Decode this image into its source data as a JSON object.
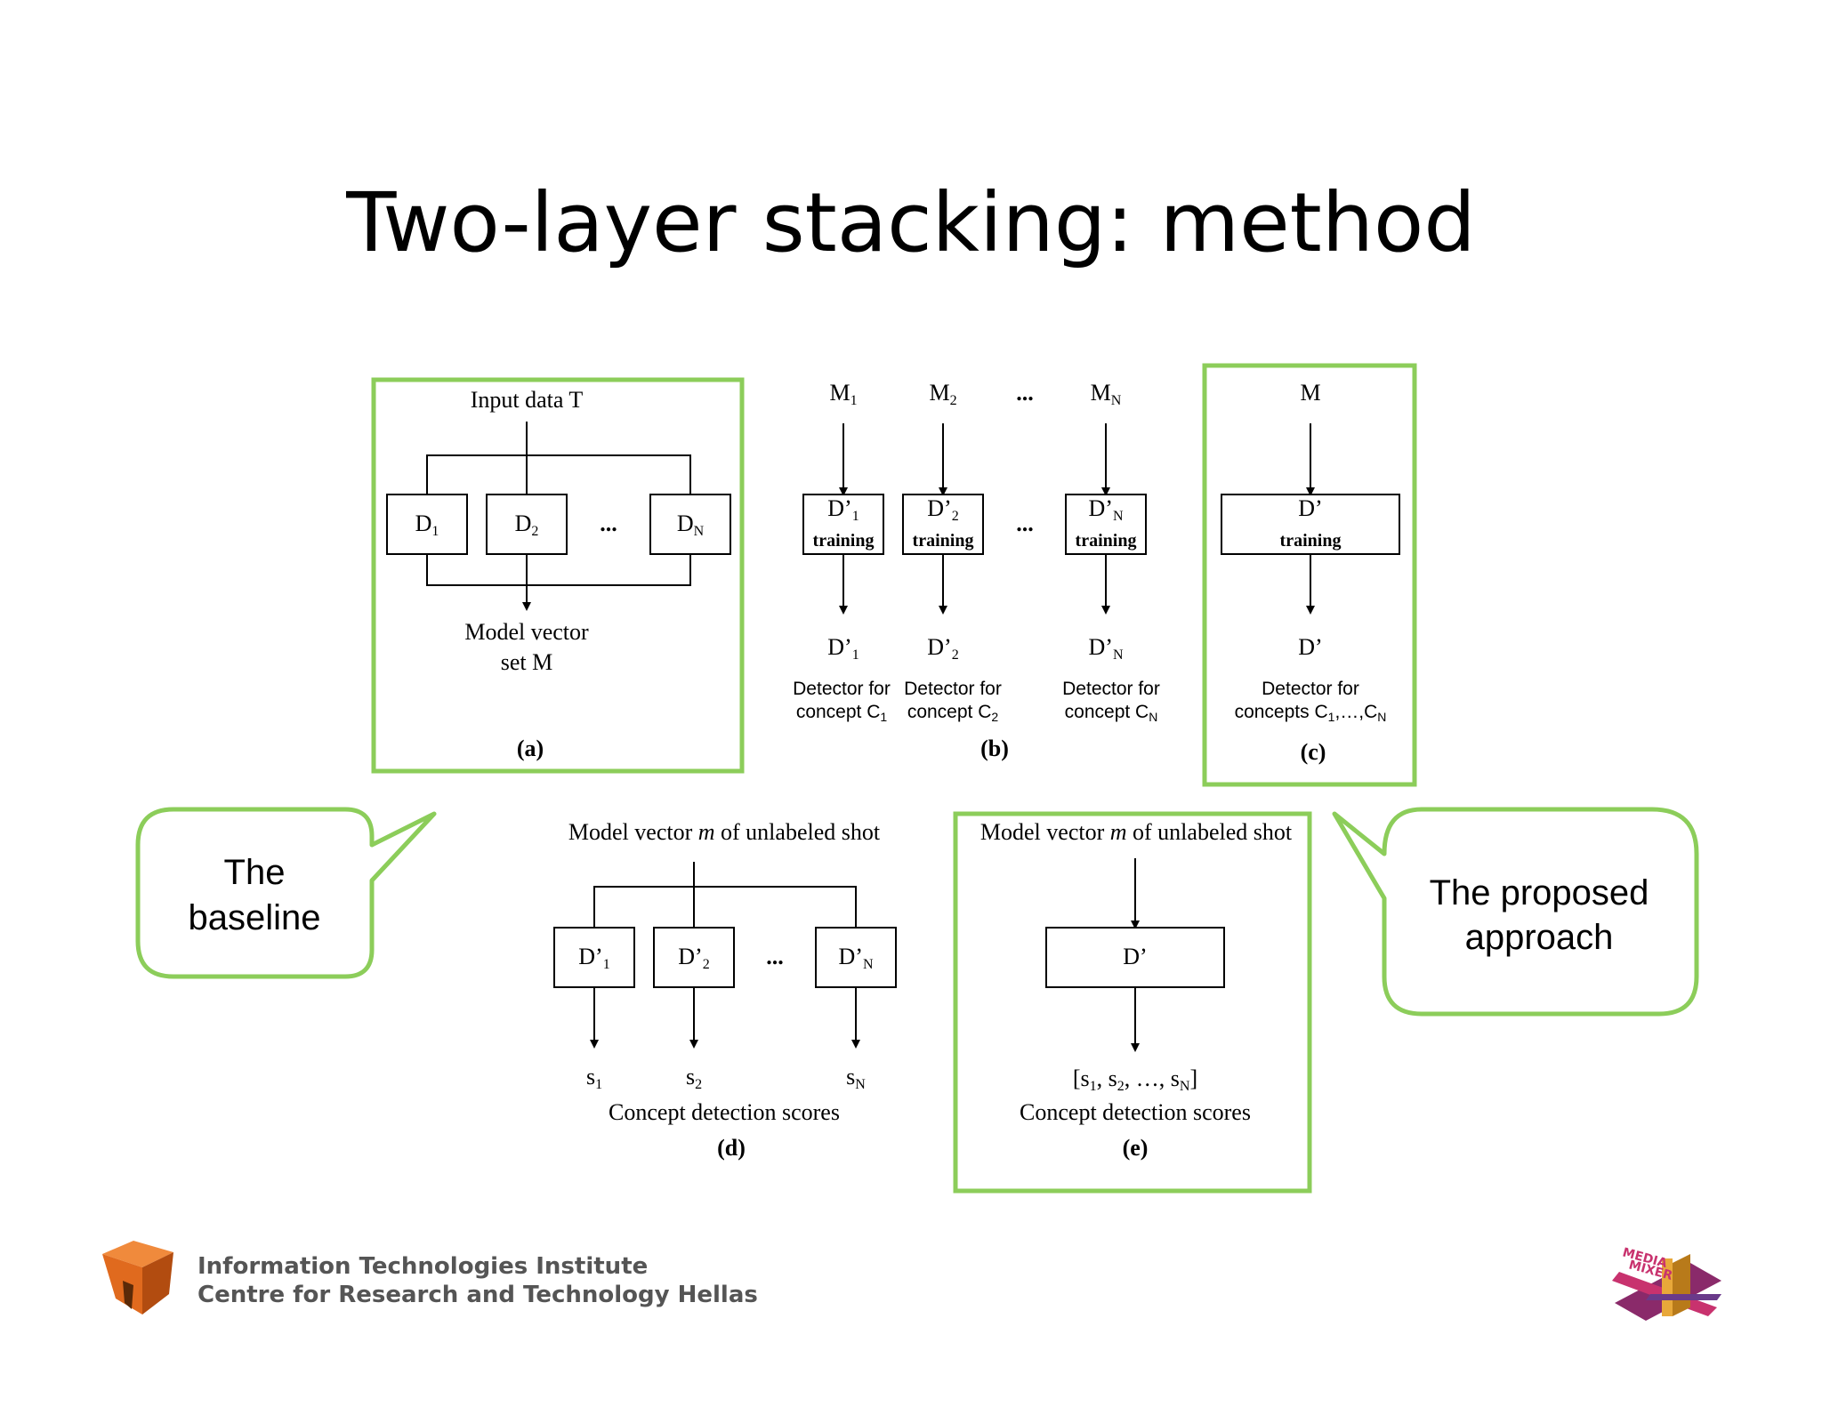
{
  "slide_title": "Two-layer stacking: method",
  "colors": {
    "highlight_green": "#8ccd5a",
    "text": "#000000",
    "footer_text": "#555555"
  },
  "panel_a": {
    "input_label": "Input data T",
    "detectors": [
      {
        "base": "D",
        "sub": "1"
      },
      {
        "base": "D",
        "sub": "2"
      },
      {
        "base": "D",
        "sub": "N"
      }
    ],
    "ellipsis": "...",
    "output_line1": "Model vector",
    "output_line2": "set M",
    "caption": "(a)"
  },
  "panel_b": {
    "inputs": [
      {
        "base": "M",
        "sub": "1"
      },
      {
        "base": "M",
        "sub": "2"
      },
      {
        "base": "M",
        "sub": "N"
      }
    ],
    "ellipsis": "...",
    "boxes": [
      {
        "base": "D’",
        "sub": "1",
        "training": "training"
      },
      {
        "base": "D’",
        "sub": "2",
        "training": "training"
      },
      {
        "base": "D’",
        "sub": "N",
        "training": "training"
      }
    ],
    "outputs": [
      {
        "base": "D’",
        "sub": "1"
      },
      {
        "base": "D’",
        "sub": "2"
      },
      {
        "base": "D’",
        "sub": "N"
      }
    ],
    "detector_descs": [
      {
        "line1": "Detector for",
        "line2": "concept C",
        "sub": "1"
      },
      {
        "line1": "Detector for",
        "line2": "concept C",
        "sub": "2"
      },
      {
        "line1": "Detector for",
        "line2": "concept C",
        "sub": "N"
      }
    ],
    "caption": "(b)"
  },
  "panel_c": {
    "input": "M",
    "box_label": "D’",
    "box_training": "training",
    "output": "D’",
    "desc_line1": "Detector for",
    "desc_line2_pre": "concepts C",
    "desc_sub1": "1",
    "desc_mid": ",…,C",
    "desc_sub2": "N",
    "caption": "(c)"
  },
  "panel_d": {
    "input_pre": "Model vector ",
    "input_m": "m",
    "input_post": " of unlabeled shot",
    "boxes": [
      {
        "base": "D’",
        "sub": "1"
      },
      {
        "base": "D’",
        "sub": "2"
      },
      {
        "base": "D’",
        "sub": "N"
      }
    ],
    "ellipsis": "...",
    "scores": [
      {
        "base": "s",
        "sub": "1"
      },
      {
        "base": "s",
        "sub": "2"
      },
      {
        "base": "s",
        "sub": "N"
      }
    ],
    "scores_label": "Concept detection scores",
    "caption": "(d)"
  },
  "panel_e": {
    "input_pre": "Model vector ",
    "input_m": "m",
    "input_post": " of unlabeled shot",
    "box_label": "D’",
    "scores_open": "[s",
    "sub1": "1",
    "sep1": ", s",
    "sub2": "2",
    "sep2": ", …, s",
    "subN": "N",
    "scores_close": "]",
    "scores_label": "Concept detection scores",
    "caption": "(e)"
  },
  "callout_baseline": {
    "line1": "The",
    "line2": "baseline"
  },
  "callout_proposed": {
    "line1": "The proposed",
    "line2": "approach"
  },
  "footer": {
    "institute_line1": "Information Technologies Institute",
    "institute_line2": "Centre for Research and Technology Hellas",
    "logo_right_text1": "MEDIA",
    "logo_right_text2": "MIXER"
  }
}
